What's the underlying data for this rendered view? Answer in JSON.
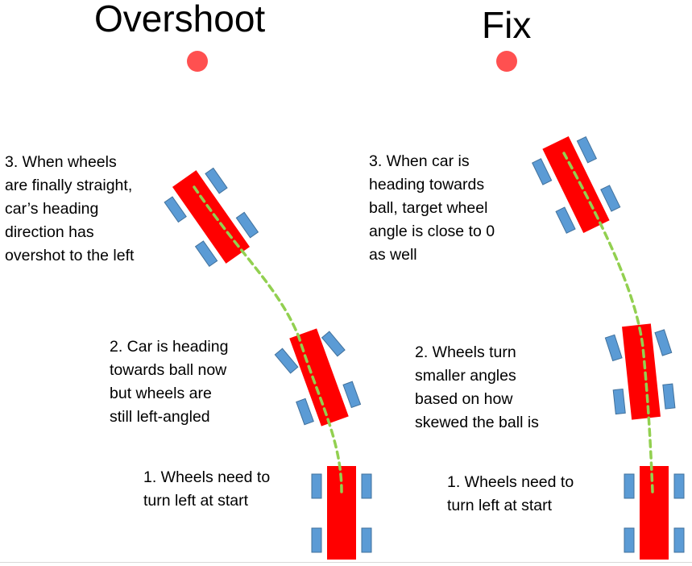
{
  "colors": {
    "car_body": "#ff0000",
    "wheel": "#5b9bd5",
    "path": "#92d050",
    "ball": "#ff5050"
  },
  "panels": {
    "overshoot": {
      "title": "Overshoot",
      "step1": [
        "1. Wheels need to",
        "turn left at start"
      ],
      "step2": [
        "2. Car is heading",
        "towards ball now",
        "but wheels are",
        "still left-angled"
      ],
      "step3": [
        "3. When wheels",
        "are finally straight,",
        "car’s heading",
        "direction has",
        "overshot to the left"
      ]
    },
    "fix": {
      "title": "Fix",
      "step1": [
        "1. Wheels need to",
        "turn left at start"
      ],
      "step2": [
        "2. Wheels turn",
        "smaller angles",
        "based on how",
        "skewed the ball is"
      ],
      "step3": [
        "3. When car is",
        "heading towards",
        "ball, target wheel",
        "angle is close to 0",
        "as well"
      ]
    }
  }
}
